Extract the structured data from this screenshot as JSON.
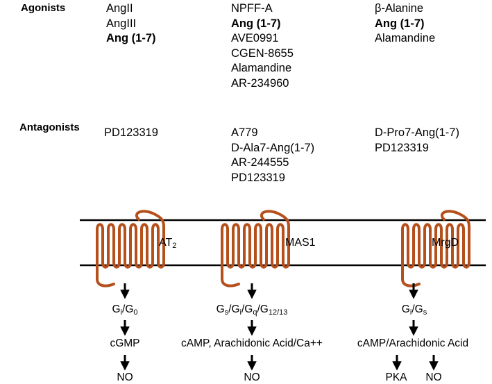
{
  "headers": {
    "agonists": "Agonists",
    "antagonists": "Antagonists"
  },
  "agonists": {
    "at2": [
      "AngII",
      "AngIII",
      "Ang (1-7)"
    ],
    "mas1": [
      "NPFF-A",
      "Ang (1-7)",
      "AVE0991",
      "CGEN-8655",
      "Alamandine",
      "AR-234960"
    ],
    "mrgd": [
      "β-Alanine",
      "Ang (1-7)",
      "Alamandine"
    ]
  },
  "bold_items": [
    "Ang (1-7)"
  ],
  "antagonists": {
    "at2": [
      "PD123319"
    ],
    "mas1": [
      "A779",
      "D-Ala7-Ang(1-7)",
      "AR-244555",
      "PD123319"
    ],
    "mrgd": [
      "D-Pro7-Ang(1-7)",
      "PD123319"
    ]
  },
  "receptors": {
    "at2": {
      "main": "AT",
      "sub": "2"
    },
    "mas1": {
      "main": "MAS1"
    },
    "mrgd": {
      "main": "MrgD"
    }
  },
  "at2_pathway": {
    "gprotein": [
      {
        "t": "G"
      },
      {
        "s": "i"
      },
      {
        "t": "/G"
      },
      {
        "s": "0"
      }
    ],
    "second": "cGMP",
    "effector": "NO"
  },
  "mas1_pathway": {
    "gprotein": [
      {
        "t": "G"
      },
      {
        "s": "s"
      },
      {
        "t": "/G"
      },
      {
        "s": "i"
      },
      {
        "t": "/G"
      },
      {
        "s": "q"
      },
      {
        "t": "/G"
      },
      {
        "s": "12/13"
      }
    ],
    "second": "cAMP, Arachidonic Acid/Ca++",
    "effector": "NO"
  },
  "mrgd_pathway": {
    "gprotein": [
      {
        "t": "G"
      },
      {
        "s": "i"
      },
      {
        "t": "/G"
      },
      {
        "s": "s"
      }
    ],
    "second": "cAMP/Arachidonic Acid",
    "effector_left": "PKA",
    "effector_right": "NO"
  },
  "colors": {
    "receptor": "#b5501c",
    "membrane": "#000000",
    "text": "#000000"
  }
}
